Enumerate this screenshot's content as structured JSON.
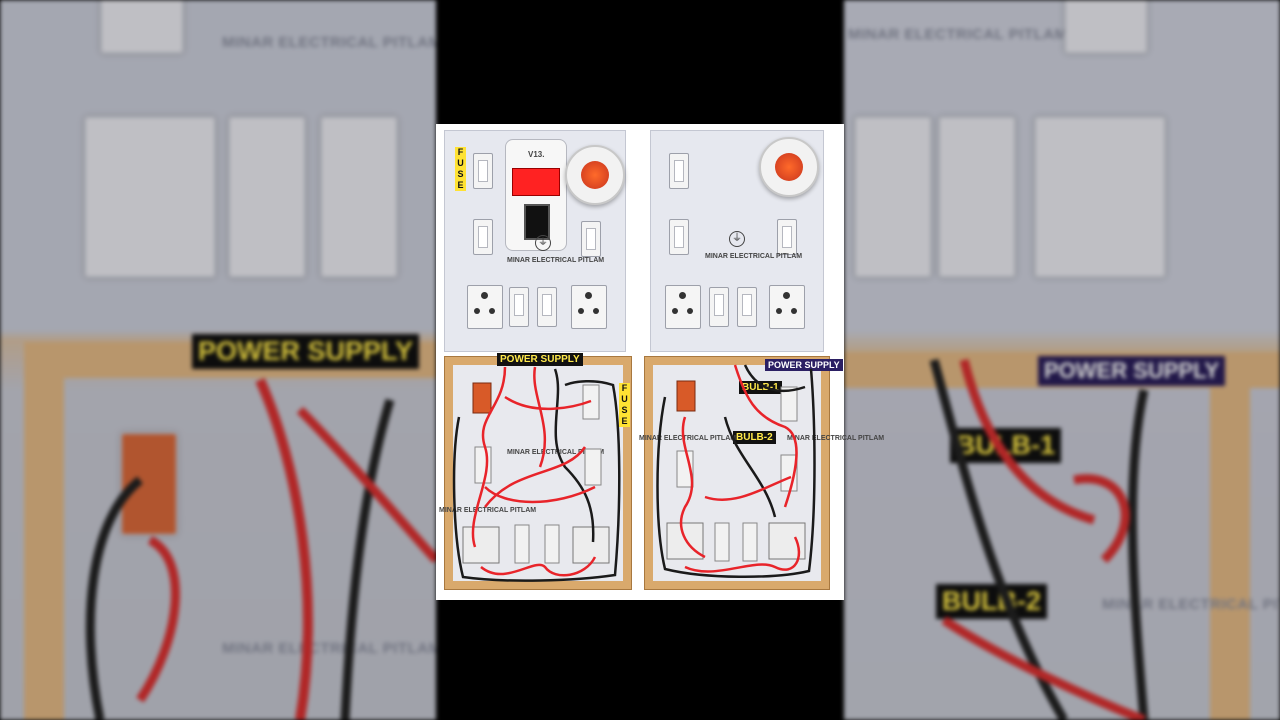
{
  "brand_text": "MINAR ELECTRICAL PITLAM",
  "brand_text_partial": "MINAR ELECTRICAL PITLAM",
  "mcb_brand": "V13.",
  "labels": {
    "power_supply": "POWER SUPPLY",
    "fuse": "FUSE",
    "bulb_1": "BULB-1",
    "bulb_2": "BULB-2"
  },
  "background_left": {
    "label": "POWER SUPPLY",
    "brand": "MINAR ELECTRICAL PITLAM",
    "brand_bottom": "MINAR ELECTRICAL PITLAM"
  },
  "background_right": {
    "label_top": "POWER SUPPLY",
    "label_bulb1": "BULB-1",
    "label_bulb2": "BULB-2",
    "brand_top": "MINAR ELECTRICAL PITLAM",
    "brand_bottom": "MINAR ELECTRICAL PITLAM"
  },
  "colors": {
    "wire_red": "#e8242a",
    "wire_black": "#1a1a1a",
    "label_yellow": "#ffe94a",
    "label_purple": "#2b1f63",
    "wood": "#d9a96c"
  }
}
